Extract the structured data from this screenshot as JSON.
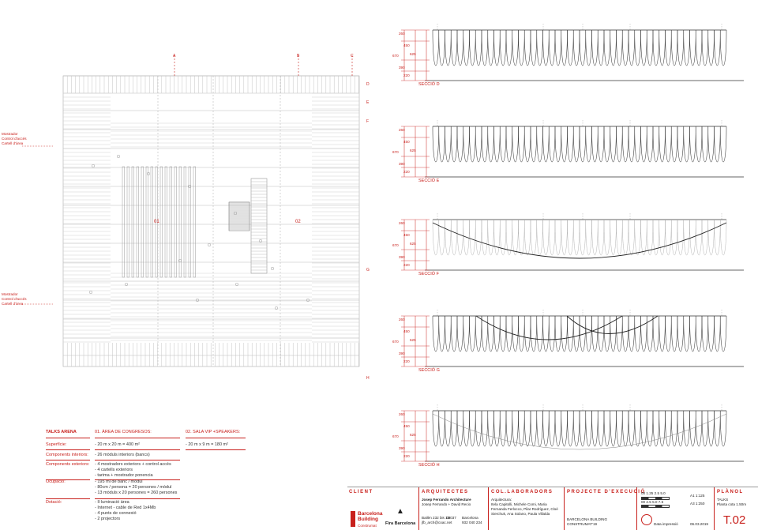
{
  "plan": {
    "axes_top": [
      "A",
      "B",
      "C"
    ],
    "axes_right": [
      "D",
      "E",
      "F",
      "G",
      "H"
    ],
    "area_labels": [
      "01",
      "02"
    ],
    "callouts": [
      {
        "lines": [
          "Mostrador",
          "Control d'accés",
          "Cartell d'àrea"
        ]
      },
      {
        "lines": [
          "Mostrador",
          "Control d'accés",
          "Cartell d'àrea"
        ]
      }
    ]
  },
  "sections": [
    {
      "title": "SECCIÓ D",
      "dims": [
        "260",
        "450",
        "390",
        "220"
      ],
      "total": "670",
      "total2": "625",
      "curve": "none"
    },
    {
      "title": "SECCIÓ E",
      "dims": [
        "260",
        "450",
        "390",
        "220"
      ],
      "total": "670",
      "total2": "625",
      "curve": "none"
    },
    {
      "title": "SECCIÓ F",
      "dims": [
        "260",
        "450",
        "390",
        "220"
      ],
      "total": "670",
      "total2": "625",
      "curve": "big"
    },
    {
      "title": "SECCIÓ G",
      "dims": [
        "260",
        "450",
        "390",
        "220"
      ],
      "total": "670",
      "total2": "625",
      "curve": "double"
    },
    {
      "title": "SECCIÓ H",
      "dims": [
        "260",
        "450",
        "390",
        "220"
      ],
      "total": "670",
      "total2": "625",
      "curve": "thin"
    }
  ],
  "info": {
    "title": "TALKS ARENA",
    "col1_header": "01. ÀREA DE CONGRESOS:",
    "col2_header": "02. SALA VIP +SPEAKERS:",
    "rows": [
      {
        "label": "Superfície:",
        "values": [
          "- 20 m x 20 m = 400 m²"
        ]
      },
      {
        "label": "Components interiors:",
        "values": [
          "- 26 mòduls interiors (bancs)"
        ]
      },
      {
        "label": "Components exteriors:",
        "values": [
          "- 4 mostradors exteriors + control accés",
          "- 4 cartells exteriors",
          "- tarima + mostrador ponencia"
        ]
      },
      {
        "label": "Ocupació:",
        "values": [
          "- 195 ml de banc / mòdul",
          "- 80cm / persona = 20 persones / mòdul",
          "- 13 mòduls x 20 persones = 260 persones"
        ]
      },
      {
        "label": "Dotació:",
        "values": [
          "- Il·luminació àrea",
          "- Internet - cable de Red 1x4Mb",
          "- 4 punts de connexió",
          "- 2 projectors"
        ]
      }
    ],
    "col2_value": "- 20 m x 9 m = 180 m²"
  },
  "title_block": {
    "client_hdr": "CLIENT",
    "client_name": "Barcelona Building",
    "client_sub": "Construmat",
    "fira": "Fira Barcelona",
    "arq_hdr": "ARQUITECTES",
    "arq_name": "Josep Ferrando Architecture",
    "arq_people": "Josep Ferrando + David Recio",
    "arq_addr1": "Bailèn 232 bis 1D",
    "arq_addr2": "08037",
    "arq_city": "Barcelona",
    "arq_mail": "jfb_arch@coac.net",
    "arq_tel": "932 040 234",
    "col_hdr": "COL.LABORADORS",
    "col_sub": "Arquitectura:",
    "col_text": "Itela Capitolli, Michele Comi, Maria Fernanda Ferlocco, Pilar Rodríguez, Cloé Sierchuk, Ana Solano, Paula Villalda",
    "proj_hdr": "PROJECTE D'EXECUCIÓ",
    "proj_name": "BARCELONA BUILDING",
    "proj_name2": "CONSTRUMAT'19",
    "scale1": "A1 1:125",
    "scale2": "A3 1:250",
    "scale_ticks1": [
      "00",
      "1.25",
      "2.5",
      "5.0"
    ],
    "scale_ticks2": [
      "00",
      "2.5",
      "5.0",
      "7.5"
    ],
    "data_label": "Data impressió",
    "date": "06.03.2019",
    "plan_hdr": "PLÀNOL",
    "plan_name": "TALKS",
    "plan_sub": "Planta cota 1.50m",
    "plan_num": "T.02"
  }
}
